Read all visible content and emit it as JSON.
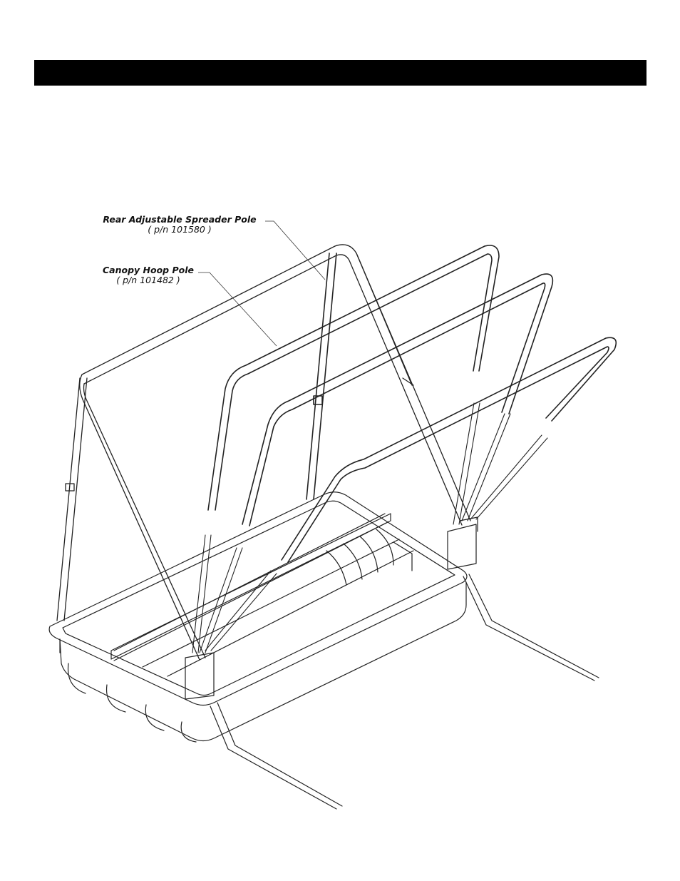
{
  "callouts": [
    {
      "name": "Rear Adjustable Spreader Pole",
      "part_number": "( p/n 101580 )"
    },
    {
      "name": "Canopy Hoop Pole",
      "part_number": "( p/n 101482 )"
    }
  ]
}
